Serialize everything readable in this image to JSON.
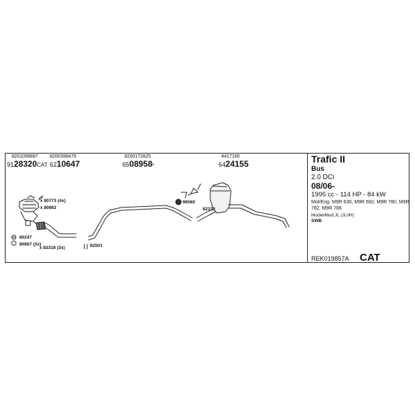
{
  "parts_top": [
    {
      "ref": "8201098887",
      "prefix": "91",
      "number": "28320",
      "suffix": "CAT"
    },
    {
      "ref": "8200399479",
      "prefix": "62",
      "number": "10647",
      "suffix": ""
    },
    {
      "ref": "8200172825",
      "prefix": "65",
      "number": "08958",
      "suffix": "¹"
    },
    {
      "ref": "4417160",
      "prefix": "64",
      "number": "24155",
      "suffix": ""
    }
  ],
  "labels": {
    "l80773": "80773 (4x)",
    "l80862": "80862",
    "l80247": "80247",
    "l80667": "80667 (3x)",
    "l83318": "83318 (3x)",
    "l82501": "82501",
    "l96560": "96560",
    "l82310": "82310",
    "bullet": "x"
  },
  "vehicle": {
    "model": "Trafic II",
    "body": "Bus",
    "engine": "2.0 DCi",
    "date": "08/06-",
    "power": "1995 cc - 114 HP - 84 kW",
    "mot_line1": "Mot/Eng: M9R 630, M9R 692, M9R 780, M9R",
    "mot_line2": "782, M9R 786",
    "model_code": "Model/Mod:JL (JL0H)",
    "wheelbase": "SWB"
  },
  "footer": {
    "code": "REK019857A",
    "cat": "CAT"
  }
}
